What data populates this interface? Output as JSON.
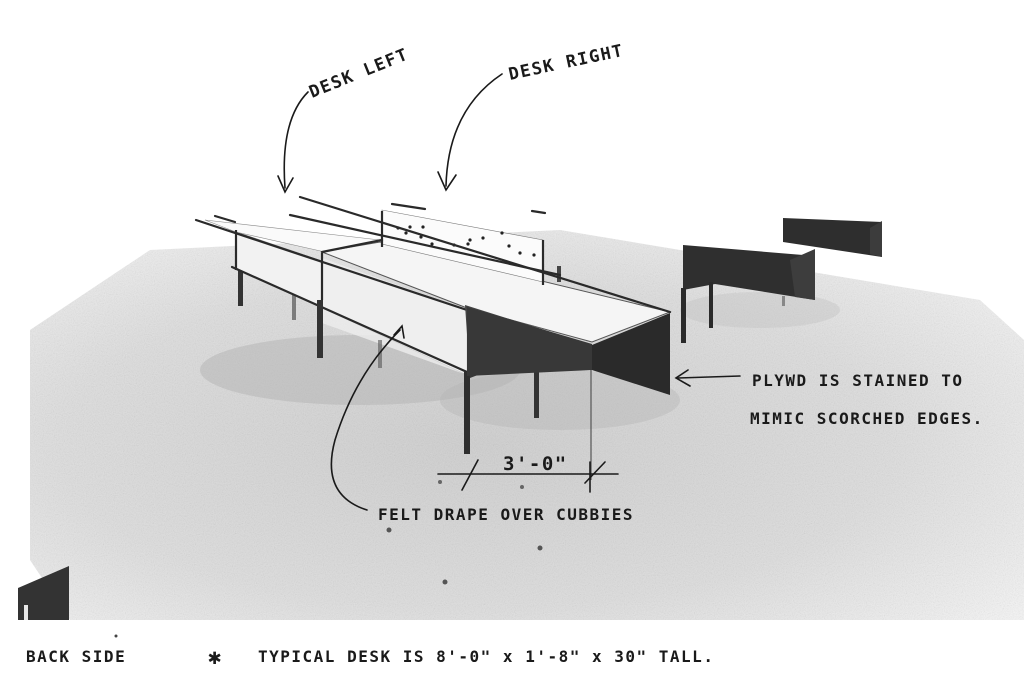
{
  "annotations": {
    "desk_left": "DESK LEFT",
    "desk_right": "DESK RIGHT",
    "plywood_note_line1": "PLYWD IS STAINED TO",
    "plywood_note_line2": "MIMIC SCORCHED EDGES.",
    "dimension": "3'-0\"",
    "felt_note": "FELT DRAPE OVER CUBBIES",
    "back_side": "BACK SIDE",
    "typical_desk_marker": "✱",
    "typical_desk_note": "TYPICAL DESK IS 8'-0\" x 1'-8\" x 30\" TALL."
  },
  "colors": {
    "paper": "#ffffff",
    "floor": "#d9d9d9",
    "floor_shadow": "#b8b8b8",
    "plywood_dark": "#3a3a3a",
    "plywood_side": "#2a2a2a",
    "desktop_white": "#f4f4f4",
    "felt_panel": "#ededed",
    "ink": "#1a1a1a",
    "leg": "#333333"
  }
}
